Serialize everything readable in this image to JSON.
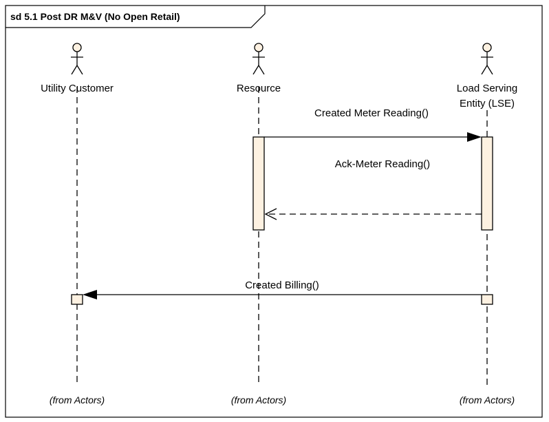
{
  "frame": {
    "title": "sd 5.1  Post DR M&V (No Open Retail)"
  },
  "actors": [
    {
      "id": "utility-customer",
      "name_lines": [
        "Utility Customer"
      ],
      "from": "(from Actors)"
    },
    {
      "id": "resource",
      "name_lines": [
        "Resource"
      ],
      "from": "(from Actors)"
    },
    {
      "id": "lse",
      "name_lines": [
        "Load Serving",
        "Entity (LSE)"
      ],
      "from": "(from Actors)"
    }
  ],
  "messages": [
    {
      "id": "created-meter-reading",
      "label": "Created Meter Reading()",
      "from": "resource",
      "to": "lse",
      "style": "sync"
    },
    {
      "id": "ack-meter-reading",
      "label": "Ack-Meter Reading()",
      "from": "lse",
      "to": "resource",
      "style": "return"
    },
    {
      "id": "created-billing",
      "label": "Created Billing()",
      "from": "lse",
      "to": "utility-customer",
      "style": "sync"
    }
  ],
  "colors": {
    "activation_fill": "#fdf1e1",
    "line": "#000000",
    "background": "#ffffff"
  }
}
